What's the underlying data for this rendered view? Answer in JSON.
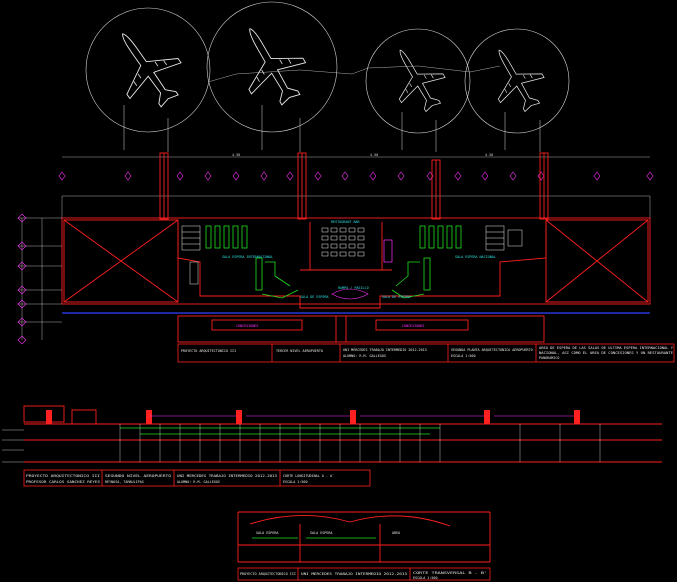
{
  "colors": {
    "background": "#000000",
    "walls": "#ff2020",
    "frame": "#e8e8e8",
    "green": "#20e020",
    "magenta": "#ff30ff",
    "blue": "#3040ff",
    "cyan": "#30e0e0",
    "yellow": "#f0f020",
    "orange": "#ff9020"
  },
  "icons": [
    "airplane-icon",
    "section-marker-icon"
  ],
  "plan": {
    "labels": {
      "restaurant_bar": "RESTAURANT BAR",
      "waiting_international": "SALA ESPERA INTERNACIONAL",
      "waiting_national": "SALA ESPERA NACIONAL",
      "boarding_left": "SALA DE ESPERA",
      "boarding_right": "SALA DE ESPERA",
      "ramp_center": "RAMPA / PASILLO",
      "concessions_left": "CONCESIONES",
      "concessions_right": "CONCESIONES",
      "dimension": "4.50"
    },
    "titleblock": {
      "project": "PROYECTO ARQUITECTONICO III",
      "topic": "TERCER NIVEL AEROPUERTO",
      "university": "UNI MERCEDES TRABAJO INTERMEDIO 2012-2013",
      "author": "ALUMNO: R.M. GALLEGOS",
      "sheet": "SEGUNDA PLANTA ARQUITECTONICA AEROPUERTO",
      "scale": "ESCALA 1:500",
      "note_line1": "AREA DE ESPERA DE LAS SALAS DE ULTIMA ESPERA INTERNACIONAL Y",
      "note_line2": "NACIONAL, ASI COMO EL AREA DE CONCESIONES Y UN RESTAURANTE",
      "note_line3": "PANORAMICO"
    }
  },
  "section_long": {
    "titleblock": {
      "project": "PROYECTO ARQUITECTONICO III",
      "teacher": "PROFESOR CARLOS SANCHEZ REYES",
      "topic": "SEGUNDO NIVEL AEROPUERTO",
      "location": "REYNOSA, TAMAULIPAS",
      "university": "UNI MERCEDES TRABAJO INTERMEDIO 2012-2013",
      "author": "ALUMNO: R.M. GALLEGOS",
      "sheet": "CORTE LONGITUDINAL A - A'",
      "scale": "ESCALA 1:500"
    }
  },
  "section_short": {
    "labels": {
      "room_left": "SALA ESPERA",
      "room_mid": "SALA ESPERA",
      "room_right": "AREA"
    },
    "titleblock": {
      "project": "PROYECTO ARQUITECTONICO III",
      "university": "UNI MERCEDES TRABAJO INTERMEDIO 2012-2013",
      "sheet": "CORTE TRANSVERSAL B - B'",
      "scale": "ESCALA 1:500"
    }
  }
}
